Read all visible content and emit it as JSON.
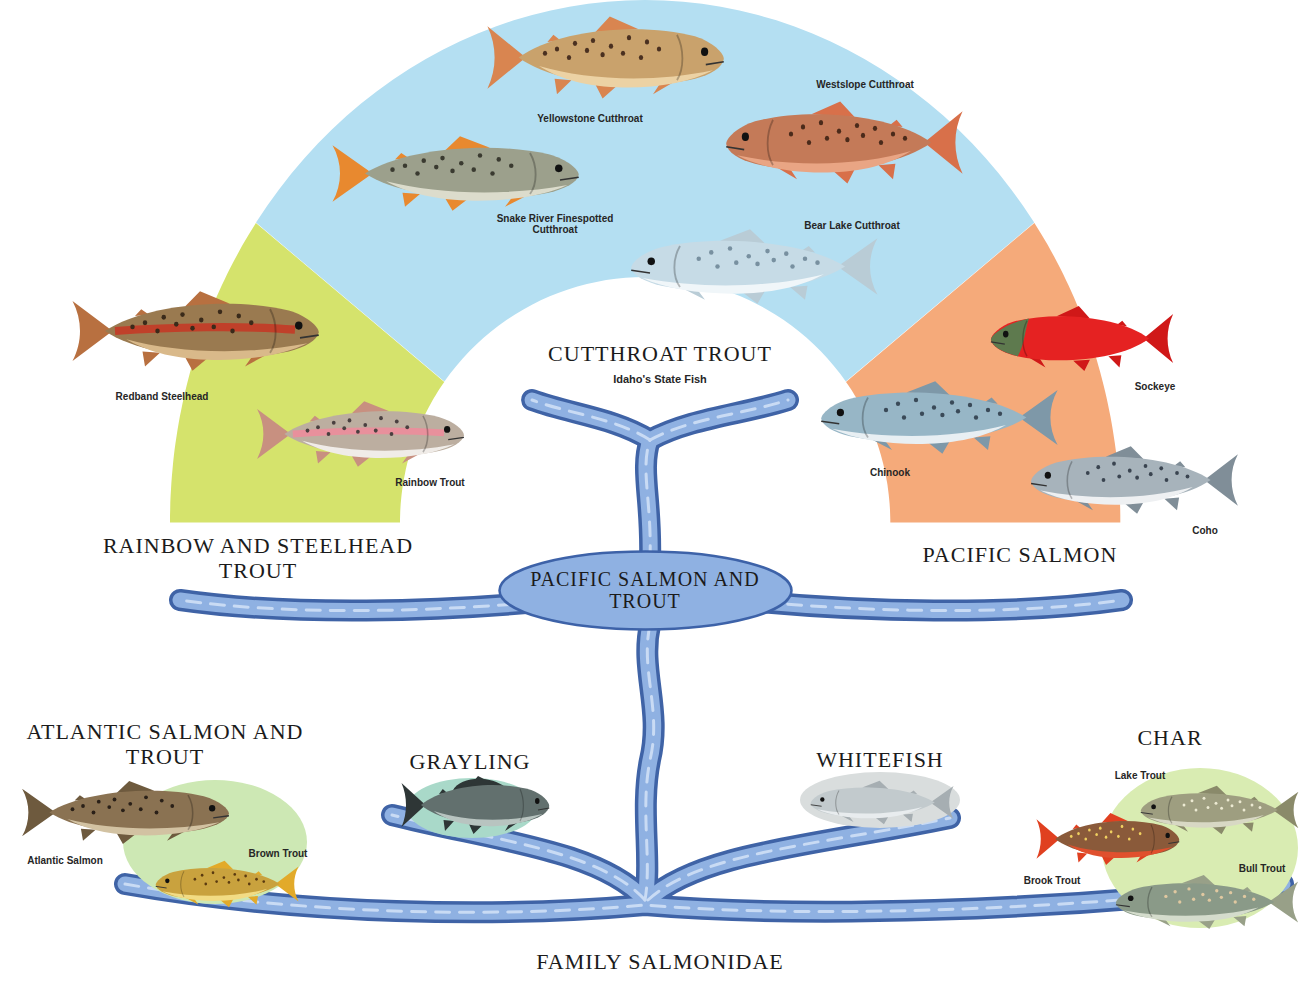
{
  "diagram": {
    "nodes": [
      {
        "text": [
          "RAINBOW AND STEELHEAD TROUT",
          "Redband Steelhead",
          "Rainbow Trout"
        ]
      },
      {
        "text": [
          "CUTTHROAT TROUT",
          "Idaho's State Fish",
          "Yellowstone Cutthroat",
          "Westslope Cutthroat",
          "Snake River Finespotted Cutthroat",
          "Bear Lake Cutthroat"
        ]
      },
      {
        "text": [
          "PACIFIC SALMON",
          "Sockeye",
          "Chinook",
          "Coho"
        ]
      },
      {
        "text": [
          "PACIFIC SALMON AND TROUT"
        ]
      },
      {
        "text": [
          "ATLANTIC SALMON AND TROUT",
          "Atlantic Salmon",
          "Brown Trout"
        ]
      },
      {
        "text": [
          "GRAYLING"
        ]
      },
      {
        "text": [
          "WHITEFISH"
        ]
      },
      {
        "text": [
          "CHAR",
          "Lake Trout",
          "Brook Trout",
          "Bull Trout"
        ]
      }
    ],
    "labels": [
      "FAMILY SALMONIDAE"
    ]
  }
}
